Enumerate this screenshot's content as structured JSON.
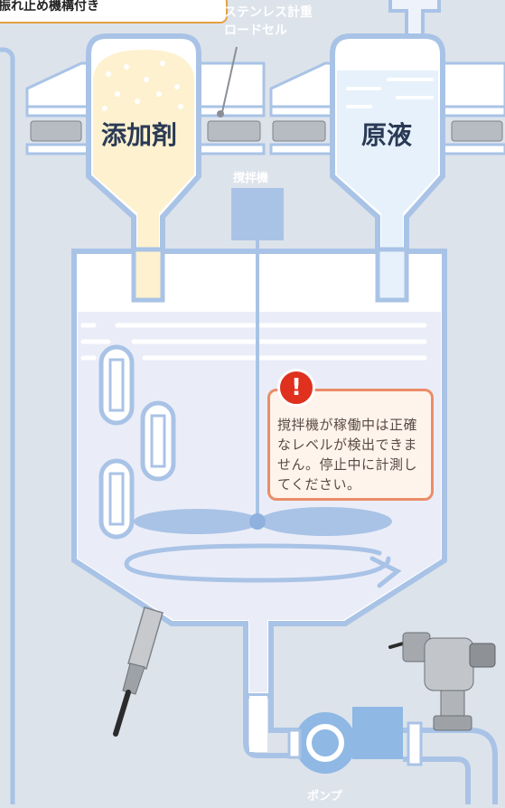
{
  "callout": {
    "text": "振れ止め機構付き"
  },
  "loadcell_label": {
    "line1": "ステンレス計重",
    "line2": "ロードセル"
  },
  "hopper_left": {
    "label": "添加剤"
  },
  "hopper_right": {
    "label": "原液"
  },
  "mixer": {
    "label": "撹拌機"
  },
  "warning": {
    "icon": "exclamation-icon",
    "text": "撹拌機が稼働中は正確なレベルが検出できません。停止中に計測してください。"
  },
  "pump": {
    "label": "ポンプ"
  },
  "colors": {
    "background": "#dde3eb",
    "pipe": "#a9c3e6",
    "tank_fill": "#eaedf8",
    "additive": "#fdf1cf",
    "stock": "#e6f1fb",
    "warning_border": "#ea8d68",
    "warning_icon": "#e0301e",
    "callout_border": "#e6a040"
  }
}
